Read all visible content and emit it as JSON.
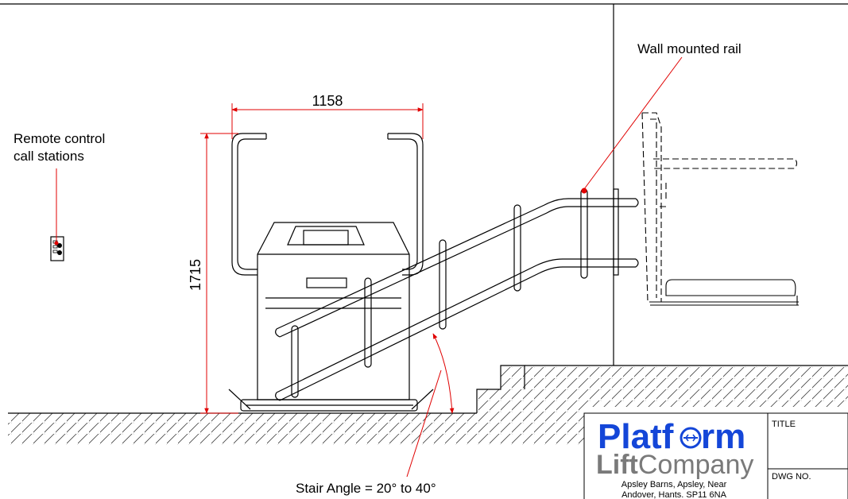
{
  "labels": {
    "remote_line1": "Remote control",
    "remote_line2": "call stations",
    "wall_rail": "Wall mounted rail",
    "stair_angle": "Stair Angle = 20° to 40°"
  },
  "dimensions": {
    "width": "1158",
    "height": "1715"
  },
  "title_block": {
    "logo_platform": "Platf",
    "logo_platform_end": "rm",
    "logo_lift": "Lift",
    "logo_company": "Company",
    "address_line1": "Apsley Barns, Apsley, Near",
    "address_line2": "Andover, Hants. SP11 6NA",
    "title_label": "TITLE",
    "dwg_label": "DWG NO.",
    "brand_color": "#1446d8",
    "lift_color": "#7a7a7a"
  },
  "colors": {
    "dimension": "#e00000",
    "line": "#000000"
  }
}
